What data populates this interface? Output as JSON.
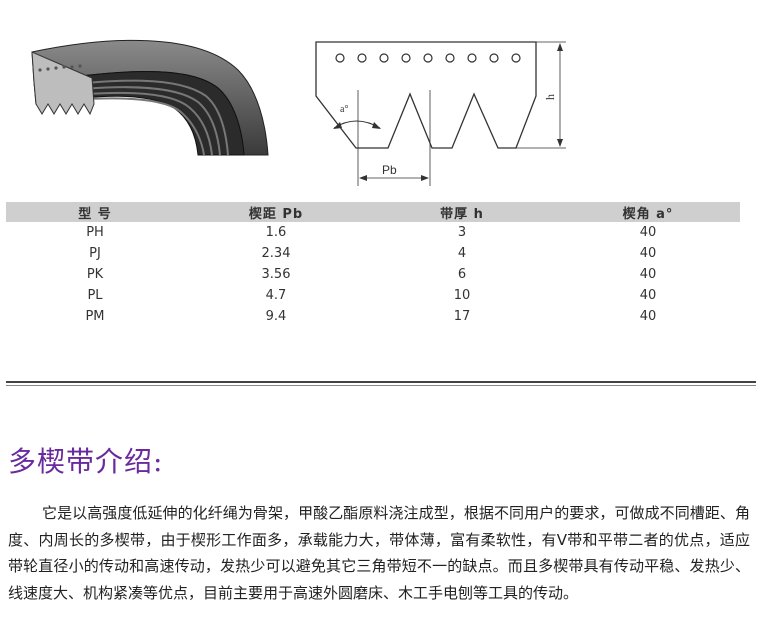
{
  "diagram": {
    "angle_label": "a°",
    "height_label": "h",
    "pitch_label": "Pb"
  },
  "table": {
    "headers": [
      "型 号",
      "楔距 Pb",
      "带厚 h",
      "楔角 a°"
    ],
    "rows": [
      [
        "PH",
        "1.6",
        "3",
        "40"
      ],
      [
        "PJ",
        "2.34",
        "4",
        "40"
      ],
      [
        "PK",
        "3.56",
        "6",
        "40"
      ],
      [
        "PL",
        "4.7",
        "10",
        "40"
      ],
      [
        "PM",
        "9.4",
        "17",
        "40"
      ]
    ]
  },
  "section": {
    "title": "多楔带介绍:",
    "paragraph": "它是以高强度低延伸的化纤绳为骨架，甲酸乙酯原料浇注成型，根据不同用户的要求，可做成不同槽距、角度、内周长的多楔带，由于楔形工作面多，承载能力大，带体薄，富有柔软性，有V带和平带二者的优点，适应带轮直径小的传动和高速传动，发热少可以避免其它三角带短不一的缺点。而且多楔带具有传动平稳、发热少、线速度大、机构紧凑等优点，目前主要用于高速外圆磨床、木工手电刨等工具的传动。"
  }
}
